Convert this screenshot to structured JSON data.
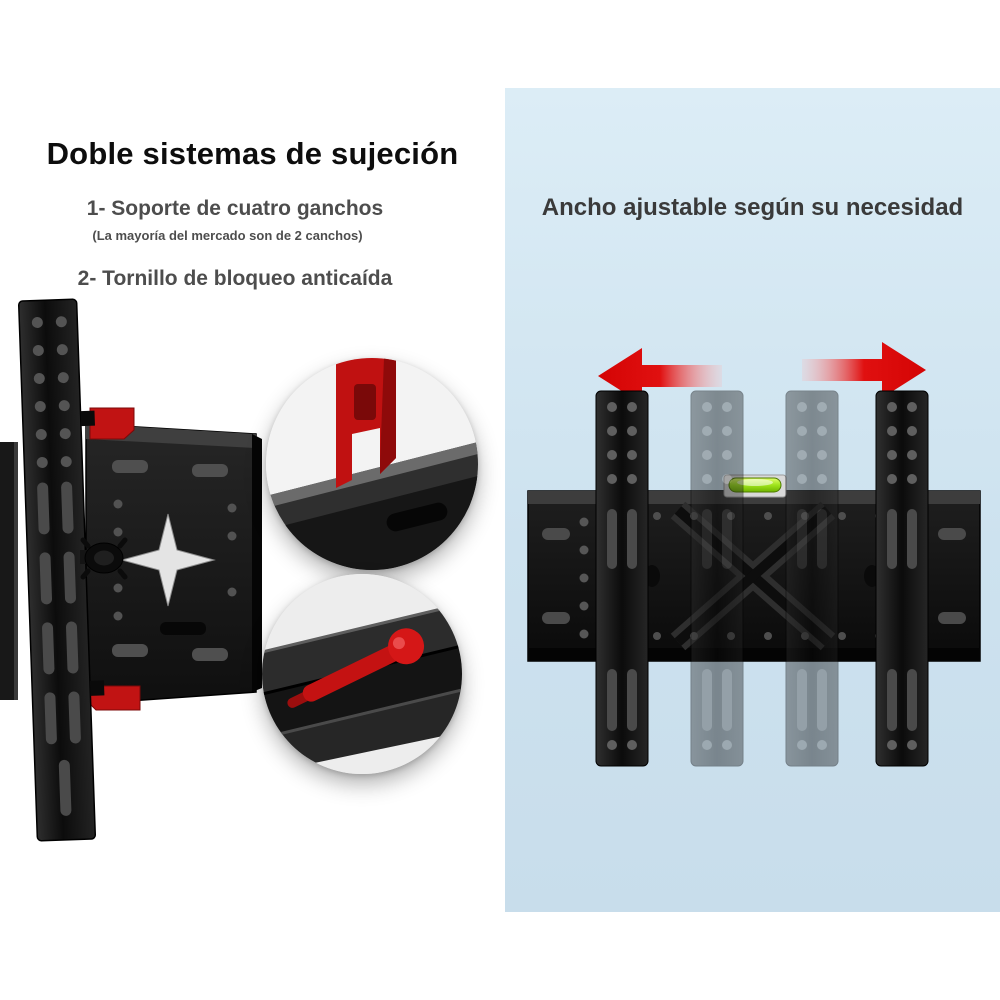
{
  "left_panel": {
    "title": "Doble sistemas de sujeción",
    "feature_1": "1- Soporte de cuatro ganchos",
    "feature_1_note": "(La mayoría del mercado son de 2 canchos)",
    "feature_2": "2- Tornillo de bloqueo anticaída"
  },
  "right_panel": {
    "title": "Ancho ajustable según su necesidad"
  },
  "colors": {
    "accent_red": "#c11313",
    "bracket_black": "#141414",
    "panel_blue": "#cfe3ef",
    "text_gray": "#4d4d4d",
    "title_black": "#0d0d0d",
    "level_green": "#9fe41c"
  }
}
